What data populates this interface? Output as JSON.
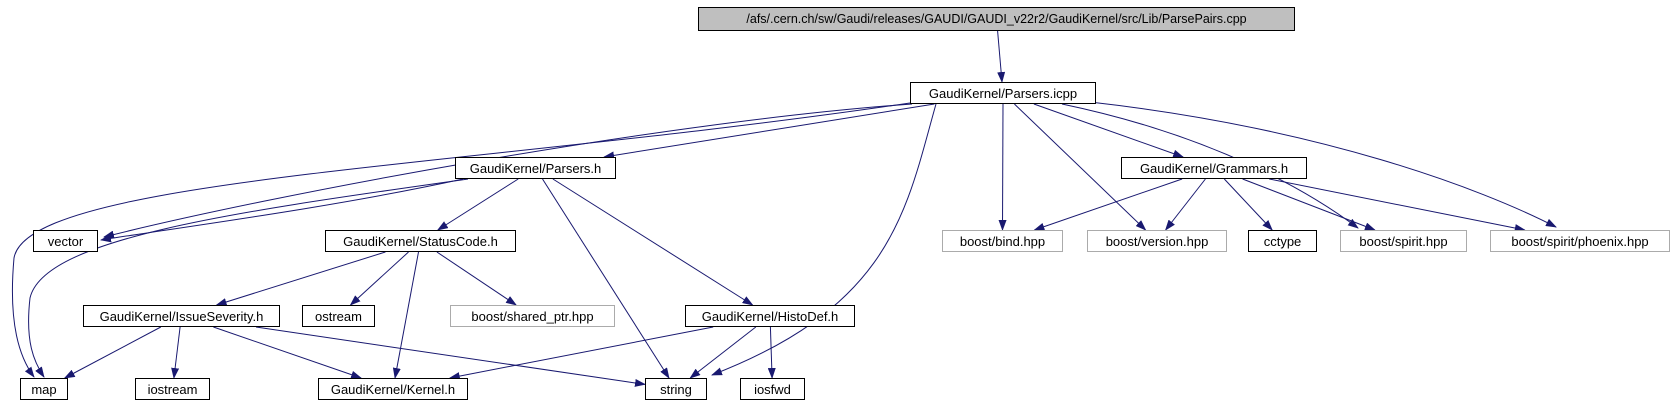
{
  "graph": {
    "nodes": [
      {
        "id": "parsepairs_cpp",
        "label": "/afs/.cern.ch/sw/Gaudi/releases/GAUDI/GAUDI_v22r2/GaudiKernel/src/Lib/ParsePairs.cpp",
        "kind": "main-source"
      },
      {
        "id": "parsers_icpp",
        "label": "GaudiKernel/Parsers.icpp",
        "kind": "internal-header"
      },
      {
        "id": "parsers_h",
        "label": "GaudiKernel/Parsers.h",
        "kind": "internal-header"
      },
      {
        "id": "grammars_h",
        "label": "GaudiKernel/Grammars.h",
        "kind": "internal-header"
      },
      {
        "id": "vector",
        "label": "vector",
        "kind": "system-header"
      },
      {
        "id": "statuscode_h",
        "label": "GaudiKernel/StatusCode.h",
        "kind": "internal-header"
      },
      {
        "id": "bind_hpp",
        "label": "boost/bind.hpp",
        "kind": "external-header"
      },
      {
        "id": "version_hpp",
        "label": "boost/version.hpp",
        "kind": "external-header"
      },
      {
        "id": "cctype",
        "label": "cctype",
        "kind": "system-header"
      },
      {
        "id": "spirit_hpp",
        "label": "boost/spirit.hpp",
        "kind": "external-header"
      },
      {
        "id": "phoenix_hpp",
        "label": "boost/spirit/phoenix.hpp",
        "kind": "external-header"
      },
      {
        "id": "issueseverity_h",
        "label": "GaudiKernel/IssueSeverity.h",
        "kind": "internal-header"
      },
      {
        "id": "ostream",
        "label": "ostream",
        "kind": "system-header"
      },
      {
        "id": "shared_ptr_hpp",
        "label": "boost/shared_ptr.hpp",
        "kind": "external-header"
      },
      {
        "id": "histodef_h",
        "label": "GaudiKernel/HistoDef.h",
        "kind": "internal-header"
      },
      {
        "id": "map",
        "label": "map",
        "kind": "system-header"
      },
      {
        "id": "iostream",
        "label": "iostream",
        "kind": "system-header"
      },
      {
        "id": "kernel_h",
        "label": "GaudiKernel/Kernel.h",
        "kind": "internal-header"
      },
      {
        "id": "string",
        "label": "string",
        "kind": "system-header"
      },
      {
        "id": "iosfwd",
        "label": "iosfwd",
        "kind": "system-header"
      }
    ],
    "edges": [
      {
        "from": "parsepairs_cpp",
        "to": "parsers_icpp"
      },
      {
        "from": "parsers_icpp",
        "to": "parsers_h"
      },
      {
        "from": "parsers_icpp",
        "to": "grammars_h"
      },
      {
        "from": "parsers_icpp",
        "to": "vector"
      },
      {
        "from": "parsers_icpp",
        "to": "map"
      },
      {
        "from": "parsers_icpp",
        "to": "string"
      },
      {
        "from": "parsers_icpp",
        "to": "bind_hpp"
      },
      {
        "from": "parsers_icpp",
        "to": "version_hpp"
      },
      {
        "from": "parsers_icpp",
        "to": "spirit_hpp"
      },
      {
        "from": "parsers_icpp",
        "to": "phoenix_hpp"
      },
      {
        "from": "parsers_h",
        "to": "vector"
      },
      {
        "from": "parsers_h",
        "to": "map"
      },
      {
        "from": "parsers_h",
        "to": "string"
      },
      {
        "from": "parsers_h",
        "to": "statuscode_h"
      },
      {
        "from": "parsers_h",
        "to": "histodef_h"
      },
      {
        "from": "grammars_h",
        "to": "bind_hpp"
      },
      {
        "from": "grammars_h",
        "to": "version_hpp"
      },
      {
        "from": "grammars_h",
        "to": "cctype"
      },
      {
        "from": "grammars_h",
        "to": "spirit_hpp"
      },
      {
        "from": "grammars_h",
        "to": "phoenix_hpp"
      },
      {
        "from": "statuscode_h",
        "to": "issueseverity_h"
      },
      {
        "from": "statuscode_h",
        "to": "ostream"
      },
      {
        "from": "statuscode_h",
        "to": "kernel_h"
      },
      {
        "from": "statuscode_h",
        "to": "shared_ptr_hpp"
      },
      {
        "from": "issueseverity_h",
        "to": "map"
      },
      {
        "from": "issueseverity_h",
        "to": "iostream"
      },
      {
        "from": "issueseverity_h",
        "to": "kernel_h"
      },
      {
        "from": "issueseverity_h",
        "to": "string"
      },
      {
        "from": "histodef_h",
        "to": "string"
      },
      {
        "from": "histodef_h",
        "to": "iosfwd"
      },
      {
        "from": "histodef_h",
        "to": "kernel_h"
      }
    ]
  },
  "colors": {
    "edge": "#191970",
    "main_node_fill": "#bfbfbf",
    "node_border": "#000000",
    "external_border": "#ababab",
    "background": "#ffffff",
    "text": "#000000"
  }
}
